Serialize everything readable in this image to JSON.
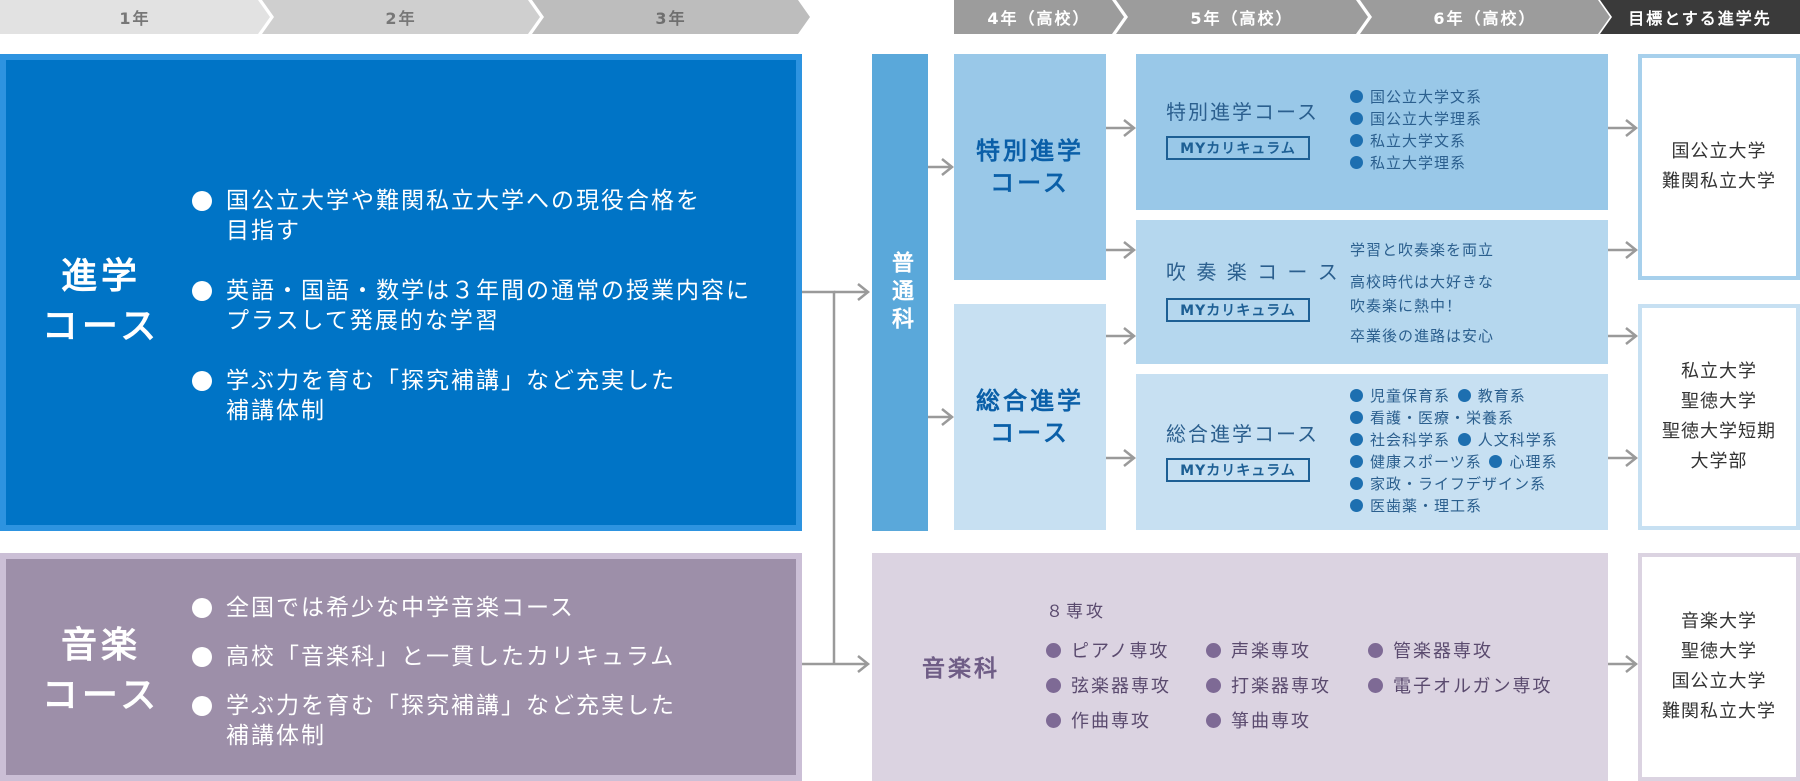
{
  "header": {
    "years": [
      "1年",
      "2年",
      "3年",
      "4年（高校）",
      "5年（高校）",
      "6年（高校）",
      "目標とする進学先"
    ]
  },
  "shingaku": {
    "title": "進学\nコース",
    "points": [
      "国公立大学や難関私立大学への現役合格を\n目指す",
      "英語・国語・数学は３年間の通常の授業内容に\nプラスして発展的な学習",
      "学ぶ力を育む「探究補講」など充実した\n補講体制"
    ]
  },
  "ongaku": {
    "title": "音楽\nコース",
    "points": [
      "全国では希少な中学音楽コース",
      "高校「音楽科」と一貫したカリキュラム",
      "学ぶ力を育む「探究補講」など充実した\n補講体制"
    ]
  },
  "futsuka": {
    "label": "普通科"
  },
  "grade4": {
    "tokubetsu": "特別進学\nコース",
    "sogo": "総合進学\nコース"
  },
  "grade56": {
    "my_curriculum": "MYカリキュラム",
    "tokubetsu": {
      "name": "特別進学コース",
      "items": [
        "国公立大学文系",
        "国公立大学理系",
        "私立大学文系",
        "私立大学理系"
      ]
    },
    "suisougaku": {
      "name": "吹 奏 楽 コ ー ス",
      "desc": [
        "学習と吹奏楽を両立",
        "高校時代は大好きな\n吹奏楽に熱中！",
        "卒業後の進路は安心"
      ]
    },
    "sogo": {
      "name": "総合進学コース",
      "items": [
        [
          "児童保育系",
          "教育系"
        ],
        [
          "看護・医療・栄養系"
        ],
        [
          "社会科学系",
          "人文科学系"
        ],
        [
          "健康スポーツ系",
          "心理系"
        ],
        [
          "家政・ライフデザイン系"
        ],
        [
          "医歯薬・理工系"
        ]
      ]
    }
  },
  "music_high": {
    "label": "音楽科",
    "count": "８専攻",
    "majors": [
      [
        "ピアノ専攻",
        "声楽専攻",
        "管楽器専攻"
      ],
      [
        "弦楽器専攻",
        "打楽器専攻",
        "電子オルガン専攻"
      ],
      [
        "作曲専攻",
        "箏曲専攻"
      ]
    ]
  },
  "destinations": {
    "a": "国公立大学\n難関私立大学",
    "b": "私立大学\n聖徳大学\n聖徳大学短期\n大学部",
    "c": "音楽大学\n聖徳大学\n国公立大学\n難関私立大学"
  },
  "colors": {
    "shingaku_blue": "#0074c6",
    "ongaku_purple": "#9d8fa9",
    "futsuka_blue": "#5aa8da",
    "arrow_gray": "#9a9a9a"
  }
}
